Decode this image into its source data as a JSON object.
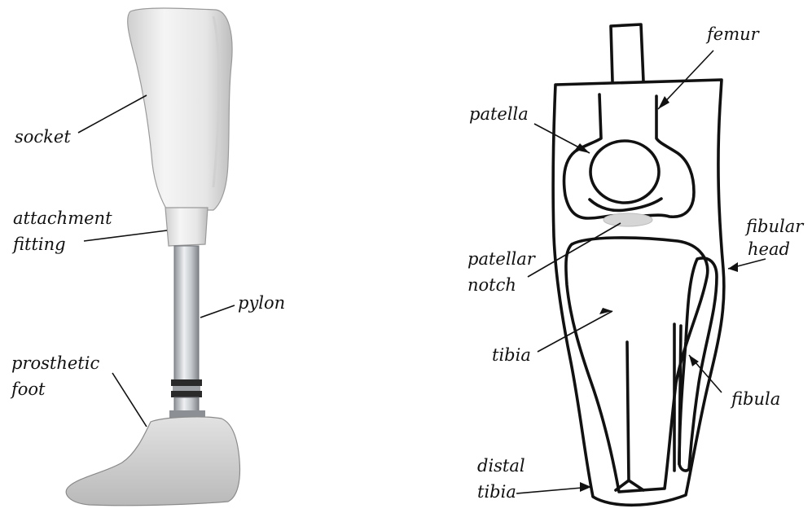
{
  "prosthesis": {
    "labels": {
      "socket": "socket",
      "attachment_line1": "attachment",
      "attachment_line2": "fitting",
      "pylon": "pylon",
      "foot_line1": "prosthetic",
      "foot_line2": "foot"
    }
  },
  "knee": {
    "labels": {
      "femur": "femur",
      "patella": "patella",
      "fibular_head_line1": "fibular",
      "fibular_head_line2": "head",
      "patellar_notch_line1": "patellar",
      "patellar_notch_line2": "notch",
      "tibia": "tibia",
      "fibula": "fibula",
      "distal_tibia_line1": "distal",
      "distal_tibia_line2": "tibia"
    }
  },
  "colors": {
    "ink": "#111111",
    "socket_light": "#f2f2f2",
    "socket_shade": "#c9c9c9",
    "pylon": "#b8bcc0",
    "notch_fill": "#d6d6d6"
  }
}
